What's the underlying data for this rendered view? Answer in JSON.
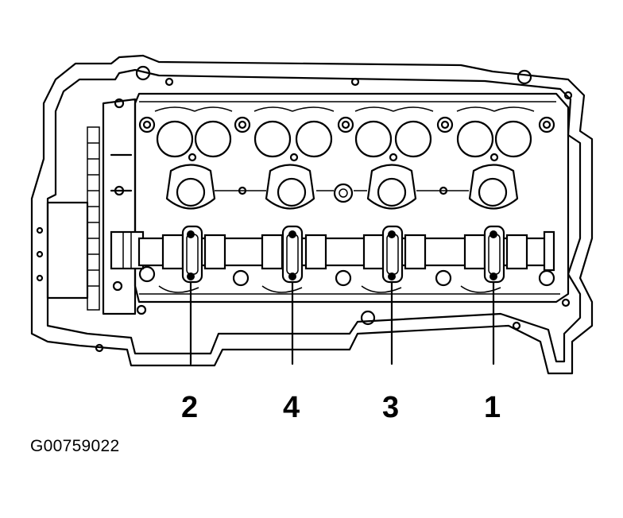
{
  "diagram": {
    "figure_code": "G00759022",
    "callouts": [
      {
        "id": "cap-a",
        "label": "2"
      },
      {
        "id": "cap-b",
        "label": "4"
      },
      {
        "id": "cap-c",
        "label": "3"
      },
      {
        "id": "cap-d",
        "label": "1"
      }
    ]
  },
  "colors": {
    "line": "#000000",
    "background": "#ffffff"
  }
}
